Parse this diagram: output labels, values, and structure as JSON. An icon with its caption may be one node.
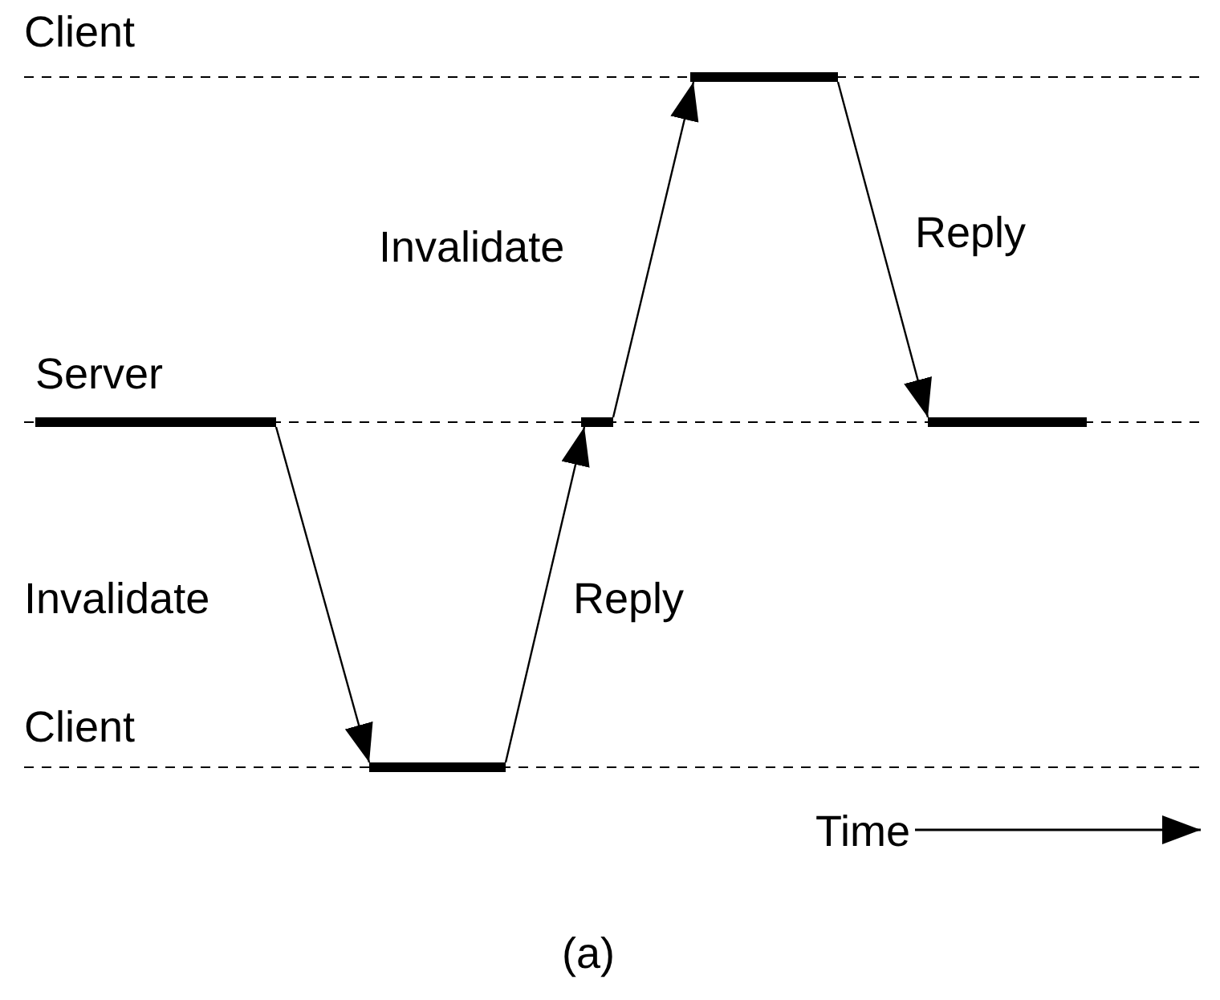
{
  "diagram": {
    "caption": "(a)",
    "nodes": [
      {
        "text": [],
        "shape": "bar"
      },
      {
        "text": [],
        "shape": "bar"
      },
      {
        "text": [],
        "shape": "bar"
      },
      {
        "text": [],
        "shape": "bar"
      },
      {
        "text": [],
        "shape": "bar"
      }
    ],
    "edges": [
      {
        "from": 0,
        "to": 1,
        "arrow": "to",
        "label": "Invalidate"
      },
      {
        "from": 1,
        "to": 2,
        "arrow": "to",
        "label": "Reply"
      },
      {
        "from": 2,
        "to": 3,
        "arrow": "to",
        "label": "Invalidate"
      },
      {
        "from": 3,
        "to": 4,
        "arrow": "to",
        "label": "Reply"
      }
    ],
    "labels": [
      "Client",
      "Server",
      "Client",
      "Time"
    ]
  }
}
